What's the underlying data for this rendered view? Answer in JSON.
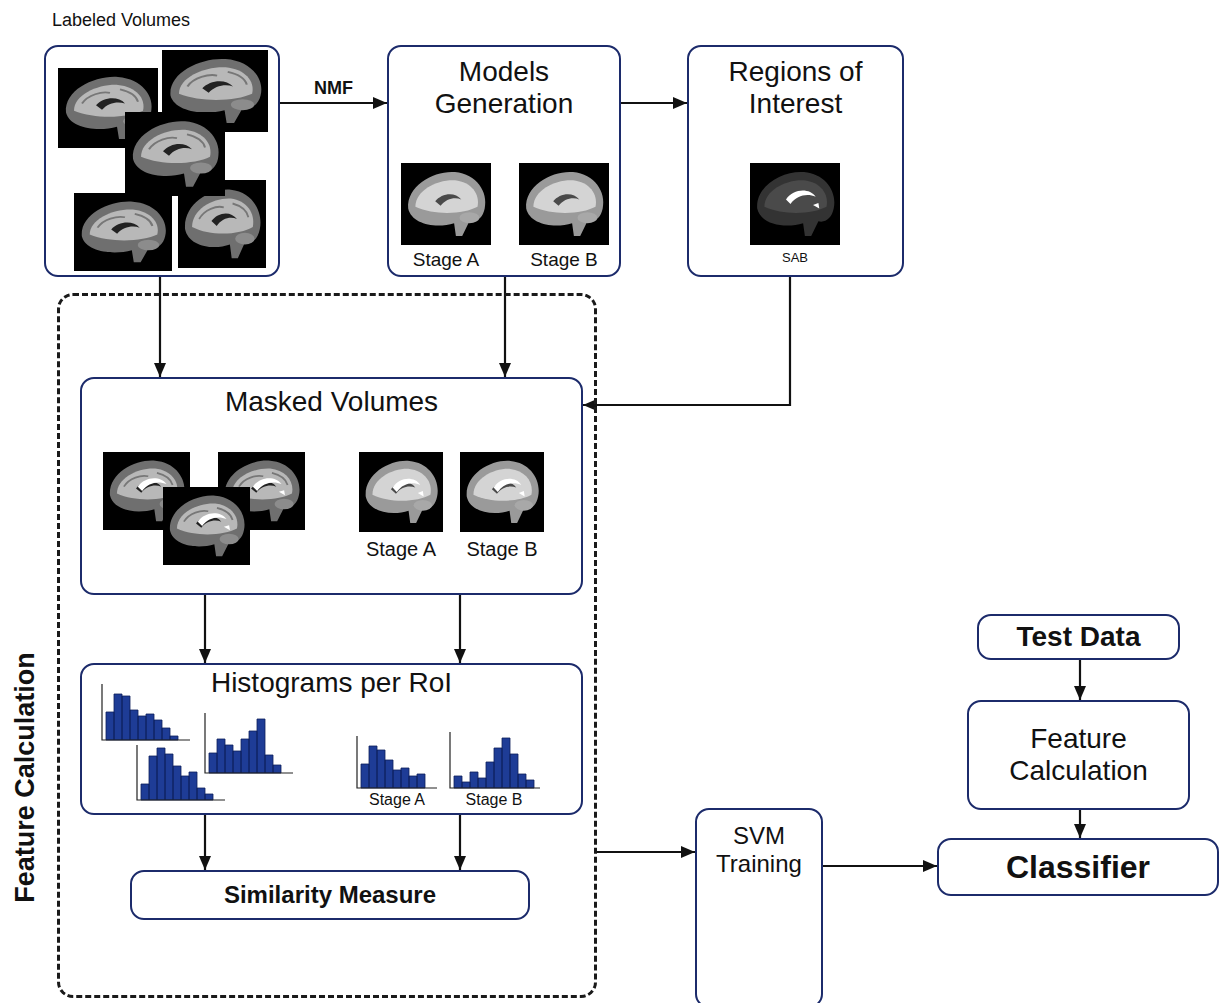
{
  "diagram": {
    "nodes": [
      {
        "text": [
          "Labeled Volumes"
        ]
      },
      {
        "text": [
          "Models Generation",
          "Stage A",
          "Stage B"
        ]
      },
      {
        "text": [
          "Regions of Interest",
          "SAB"
        ]
      },
      {
        "text": [
          "Feature Calculation"
        ]
      },
      {
        "text": [
          "Masked Volumes",
          "Stage A",
          "Stage B"
        ],
        "in": 3
      },
      {
        "text": [
          "Histograms per RoI",
          "Stage A",
          "Stage B"
        ],
        "in": 3
      },
      {
        "text": [
          "Similarity Measure"
        ],
        "in": 3
      },
      {
        "text": [
          "SVM Training"
        ]
      },
      {
        "text": [
          "Test Data"
        ]
      },
      {
        "text": [
          "Feature Calculation"
        ]
      },
      {
        "text": [
          "Classifier"
        ]
      }
    ],
    "edges": [
      {
        "from": 0,
        "to": 1,
        "label": "NMF",
        "arrow": "to"
      },
      {
        "from": 1,
        "to": 2,
        "arrow": "to"
      },
      {
        "from": 0,
        "to": 4,
        "arrow": "to"
      },
      {
        "from": 1,
        "to": 4,
        "arrow": "to"
      },
      {
        "from": 2,
        "to": 4,
        "arrow": "to"
      },
      {
        "from": 4,
        "to": 5,
        "arrow": "to"
      },
      {
        "from": 4,
        "to": 5,
        "arrow": "to"
      },
      {
        "from": 5,
        "to": 6,
        "arrow": "to"
      },
      {
        "from": 5,
        "to": 6,
        "arrow": "to"
      },
      {
        "from": 3,
        "to": 7,
        "arrow": "to"
      },
      {
        "from": 7,
        "to": 10,
        "arrow": "to"
      },
      {
        "from": 8,
        "to": 9,
        "arrow": "to"
      },
      {
        "from": 9,
        "to": 10,
        "arrow": "to"
      }
    ]
  }
}
